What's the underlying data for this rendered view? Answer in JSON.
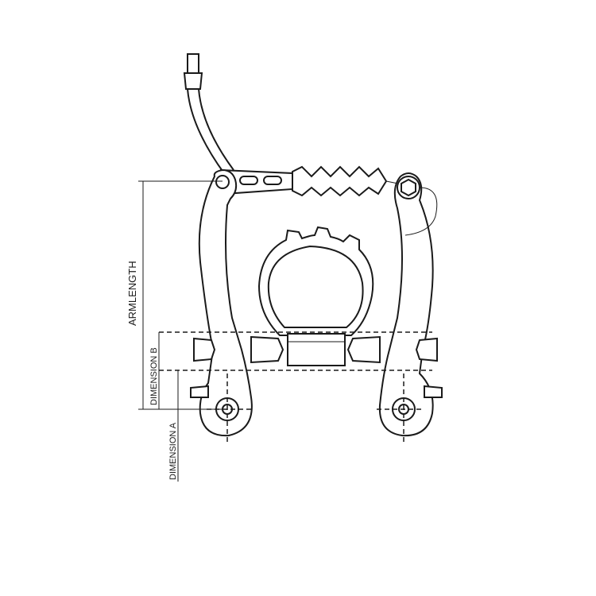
{
  "labels": {
    "armlength": "ARMLENGTH",
    "dimension_b": "DIMENSION B",
    "dimension_a": "DIMENSION A"
  },
  "colors": {
    "stroke": "#1a1a1a",
    "background": "#ffffff"
  }
}
